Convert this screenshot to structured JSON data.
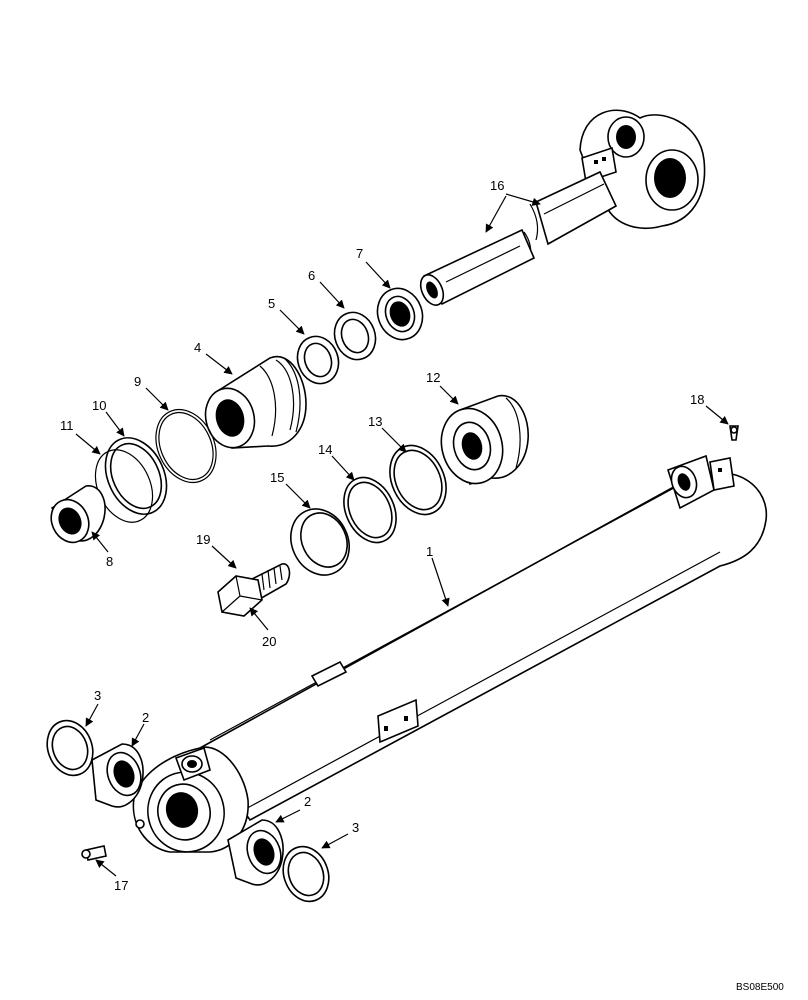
{
  "diagram": {
    "drawing_code": "BS08E500",
    "callouts": {
      "c1": "1",
      "c2a": "2",
      "c2b": "2",
      "c3a": "3",
      "c3b": "3",
      "c4": "4",
      "c5": "5",
      "c6": "6",
      "c7": "7",
      "c8": "8",
      "c9": "9",
      "c10": "10",
      "c11": "11",
      "c12": "12",
      "c13": "13",
      "c14": "14",
      "c15": "15",
      "c16": "16",
      "c17": "17",
      "c18": "18",
      "c19": "19",
      "c20": "20"
    }
  },
  "colors": {
    "ink": "#000000",
    "paper": "#ffffff"
  }
}
